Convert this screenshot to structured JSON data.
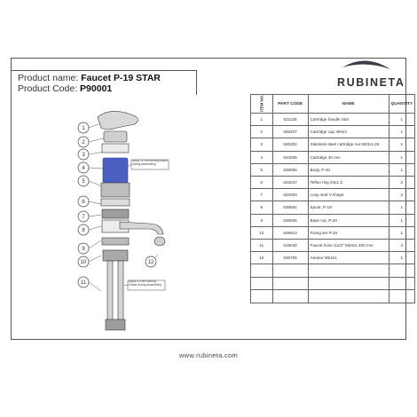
{
  "header": {
    "product_name_label": "Product name:",
    "product_name_value": "Faucet P-19 STAR",
    "product_code_label": "Product Code:",
    "product_code_value": "P90001"
  },
  "brand": {
    "name": "RUBINETA",
    "logo_color": "#3a3f47"
  },
  "table": {
    "headers": {
      "item_no": "ITEM NO.",
      "part_code": "PART CODE",
      "name": "NAME",
      "quantity": "QUANTITY"
    },
    "rows": [
      {
        "no": "1",
        "code": "631136",
        "name": "Cartridge handle Star",
        "qty": "1"
      },
      {
        "no": "2",
        "code": "636207",
        "name": "Cartridge cap 49mm",
        "qty": "1"
      },
      {
        "no": "3",
        "code": "636302",
        "name": "Stainless steel cartridge nut M42x1.25",
        "qty": "1"
      },
      {
        "no": "4",
        "code": "634005",
        "name": "Cartridge 40 mm",
        "qty": "1"
      },
      {
        "no": "5",
        "code": "635056",
        "name": "Body, P-20",
        "qty": "1"
      },
      {
        "no": "6",
        "code": "632047",
        "name": "Teflon ring 43x1.3",
        "qty": "2"
      },
      {
        "no": "7",
        "code": "632003",
        "name": "Loop seal V-shape",
        "qty": "2"
      },
      {
        "no": "8",
        "code": "635551",
        "name": "Spout, P-19",
        "qty": "1"
      },
      {
        "no": "9",
        "code": "636005",
        "name": "Base nut, P-20",
        "qty": "1"
      },
      {
        "no": "10",
        "code": "636913",
        "name": "Fixing set P-20",
        "qty": "1"
      },
      {
        "no": "11",
        "code": "618040",
        "name": "Faucet hose G1/2\" M10x1 400 mm",
        "qty": "2"
      },
      {
        "no": "12",
        "code": "636705",
        "name": "Aerator M24x1",
        "qty": "1"
      }
    ]
  },
  "diagram": {
    "callouts": [
      "1",
      "2",
      "3",
      "4",
      "5",
      "6",
      "7",
      "8",
      "9",
      "10",
      "11",
      "12"
    ],
    "note_top": "Apply 11 Nm turning torque during assembling",
    "note_bottom": "Apply 0.5 Nm turning torque during assembling",
    "accent_color": "#4a5fc0"
  },
  "footer": {
    "url": "www.rubineta.com"
  }
}
